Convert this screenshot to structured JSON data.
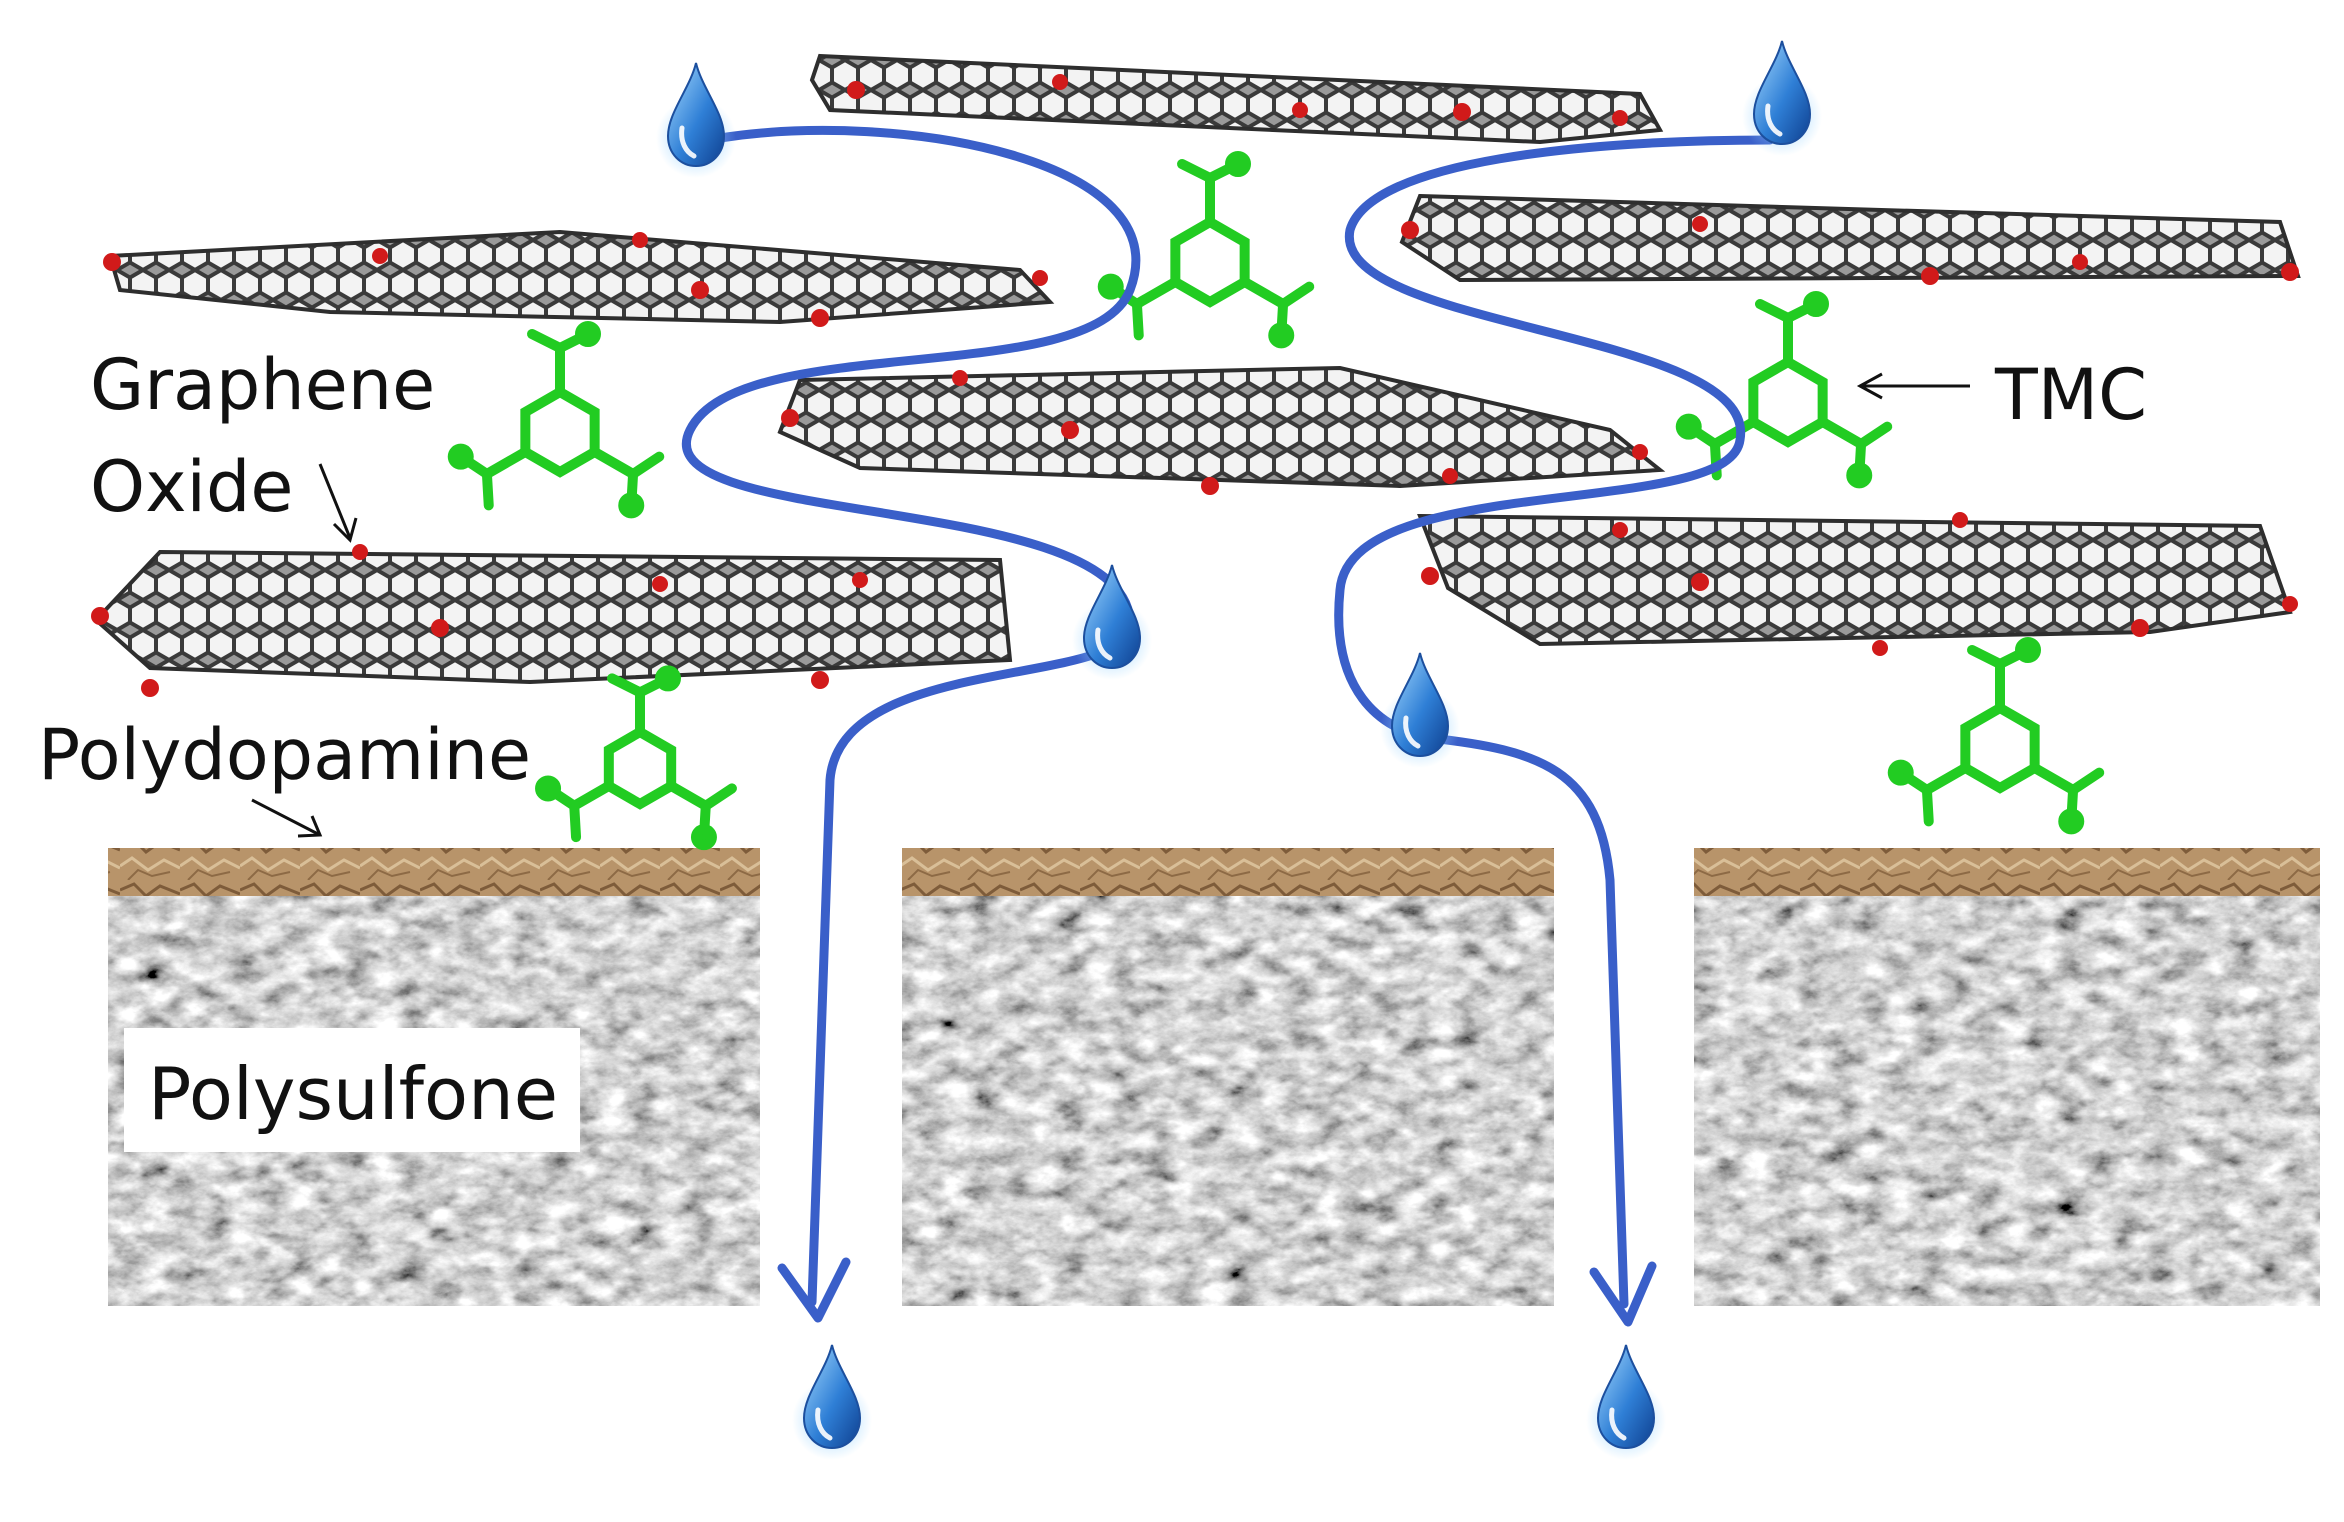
{
  "labels": {
    "graphene_line1": "Graphene",
    "graphene_line2": "Oxide",
    "polydopamine": "Polydopamine",
    "tmc": "TMC",
    "polysulfone": "Polysulfone"
  },
  "colors": {
    "graphene_sheet": "#4a4a4a",
    "oxygen_groups": "#d11a1a",
    "tmc_linker": "#22cc22",
    "water_path": "#3a5fc9",
    "water_drop": "#2f7fd6",
    "polydopamine_layer": "#b99468",
    "polysulfone_support": "#8a8a8a"
  },
  "icons": {
    "drop": "water-drop-icon",
    "molecule": "tmc-molecule-icon"
  }
}
